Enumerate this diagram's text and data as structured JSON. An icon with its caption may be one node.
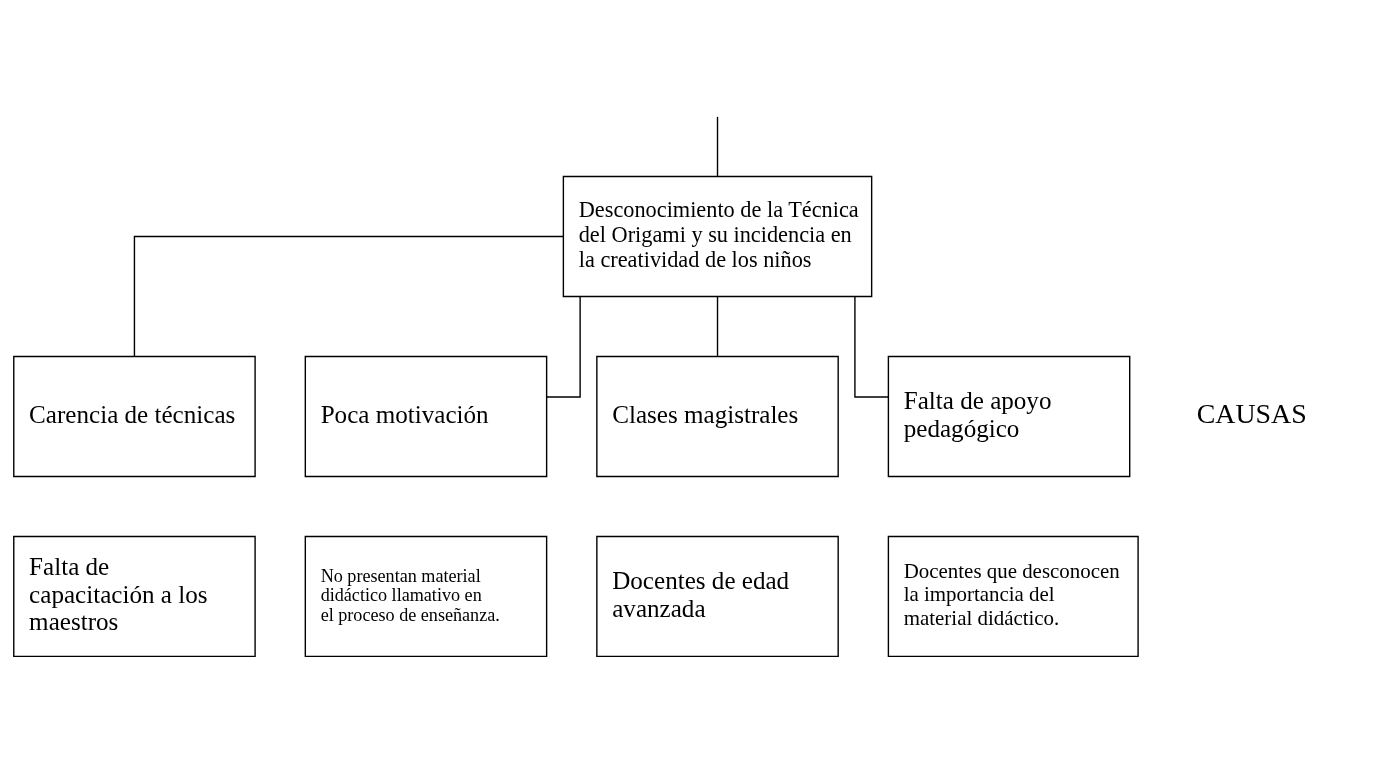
{
  "diagram": {
    "nodes": [
      {
        "text": [
          "Desconocimiento de la Técnica del Origami y su incidencia en la creatividad de los niños"
        ]
      },
      {
        "text": [
          "Carencia de técnicas"
        ]
      },
      {
        "text": [
          "Poca motivación"
        ]
      },
      {
        "text": [
          "Clases magistrales"
        ]
      },
      {
        "text": [
          "Falta de apoyo pedagógico"
        ]
      },
      {
        "text": [
          "Falta de capacitación a los maestros"
        ]
      },
      {
        "text": [
          "No presentan material didáctico llamativo en el proceso de enseñanza."
        ]
      },
      {
        "text": [
          "Docentes de edad avanzada"
        ]
      },
      {
        "text": [
          "Docentes que desconocen la importancia del material didáctico."
        ]
      }
    ],
    "edges": [
      {
        "from": null,
        "to": 0,
        "arrow": "none"
      },
      {
        "from": 0,
        "to": 1,
        "arrow": "none"
      },
      {
        "from": 0,
        "to": 2,
        "arrow": "none"
      },
      {
        "from": 0,
        "to": 3,
        "arrow": "none"
      },
      {
        "from": 0,
        "to": 4,
        "arrow": "none"
      }
    ],
    "labels": [
      "CAUSAS"
    ]
  }
}
